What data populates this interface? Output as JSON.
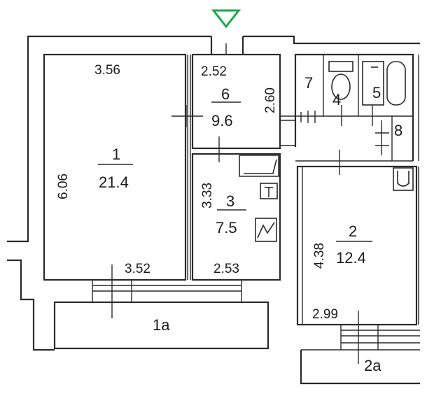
{
  "colors": {
    "ink": "#2a2a2a",
    "entrance_marker": "#1aa84a",
    "paper": "#ffffff"
  },
  "icons": {
    "entrance": "entrance-triangle-icon"
  },
  "rooms": {
    "r1": {
      "number": "1",
      "area": "21.4",
      "width_top": "3.56",
      "width_bottom": "3.52",
      "depth": "6.06"
    },
    "r6": {
      "number": "6",
      "area": "9.6",
      "width": "2.52",
      "depth": "2.60"
    },
    "r3": {
      "number": "3",
      "area": "7.5",
      "width": "2.53",
      "depth": "3.33"
    },
    "r2": {
      "number": "2",
      "area": "12.4",
      "width": "2.99",
      "depth": "4.38"
    },
    "r7": {
      "number": "7"
    },
    "r4": {
      "number": "4"
    },
    "r5": {
      "number": "5"
    },
    "r8": {
      "number": "8"
    }
  },
  "balconies": {
    "b1": {
      "label": "1a"
    },
    "b2": {
      "label": "2a"
    }
  }
}
